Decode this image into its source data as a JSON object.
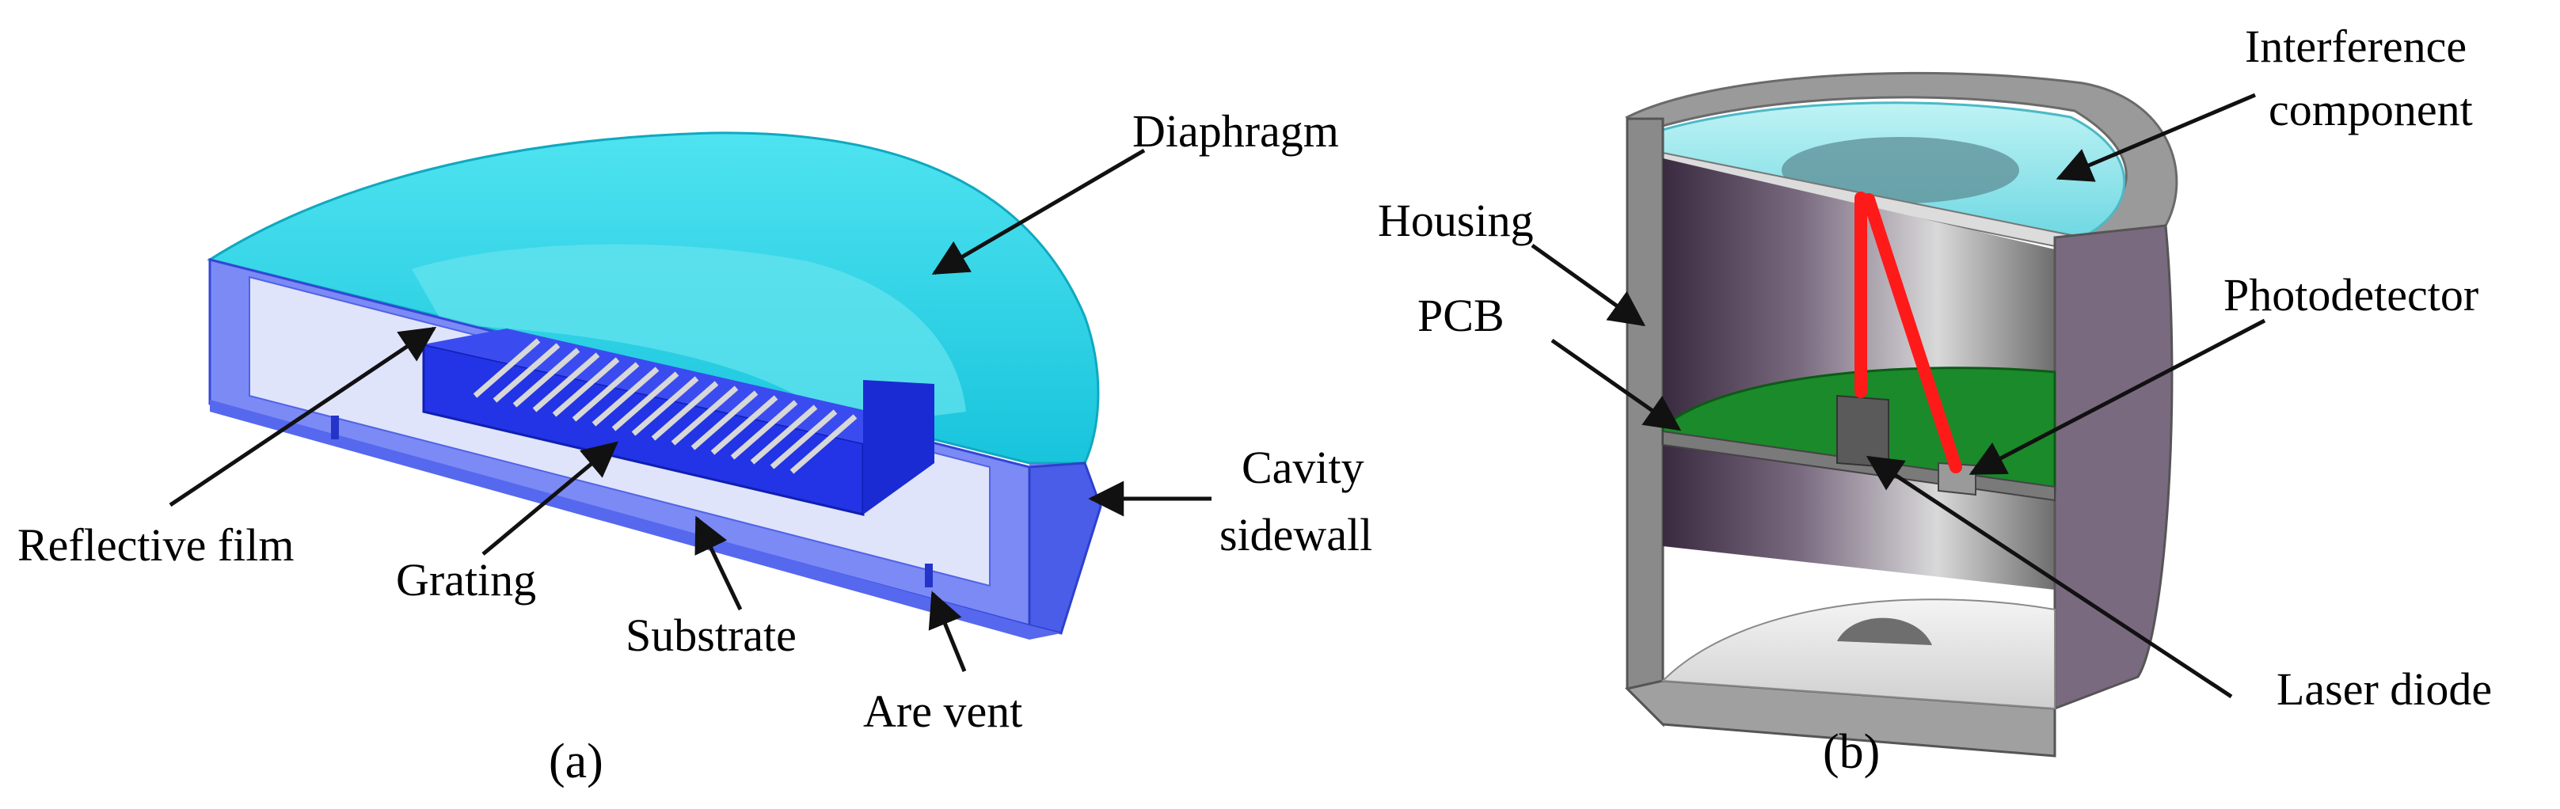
{
  "panel_a": {
    "caption": "(a)",
    "labels": {
      "diaphragm": "Diaphragm",
      "reflective_film": "Reflective film",
      "grating": "Grating",
      "substrate": "Substrate",
      "vent": "Are vent",
      "cavity_line1": "Cavity",
      "cavity_line2": "sidewall"
    }
  },
  "panel_b": {
    "caption": "(b)",
    "labels": {
      "interference_line1": "Interference",
      "interference_line2": "component",
      "housing": "Housing",
      "pcb": "PCB",
      "photodetector": "Photodetector",
      "laser_diode": "Laser diode"
    }
  },
  "colors": {
    "diaphragm": "#2ad7e6",
    "cavity_blue": "#5a6ef0",
    "grating_blue": "#1f2fe0",
    "housing_gray": "#8e8e8e",
    "housing_dark": "#5e4b66",
    "pcb_green": "#1a8a2a",
    "laser_red": "#ff1a1a"
  }
}
